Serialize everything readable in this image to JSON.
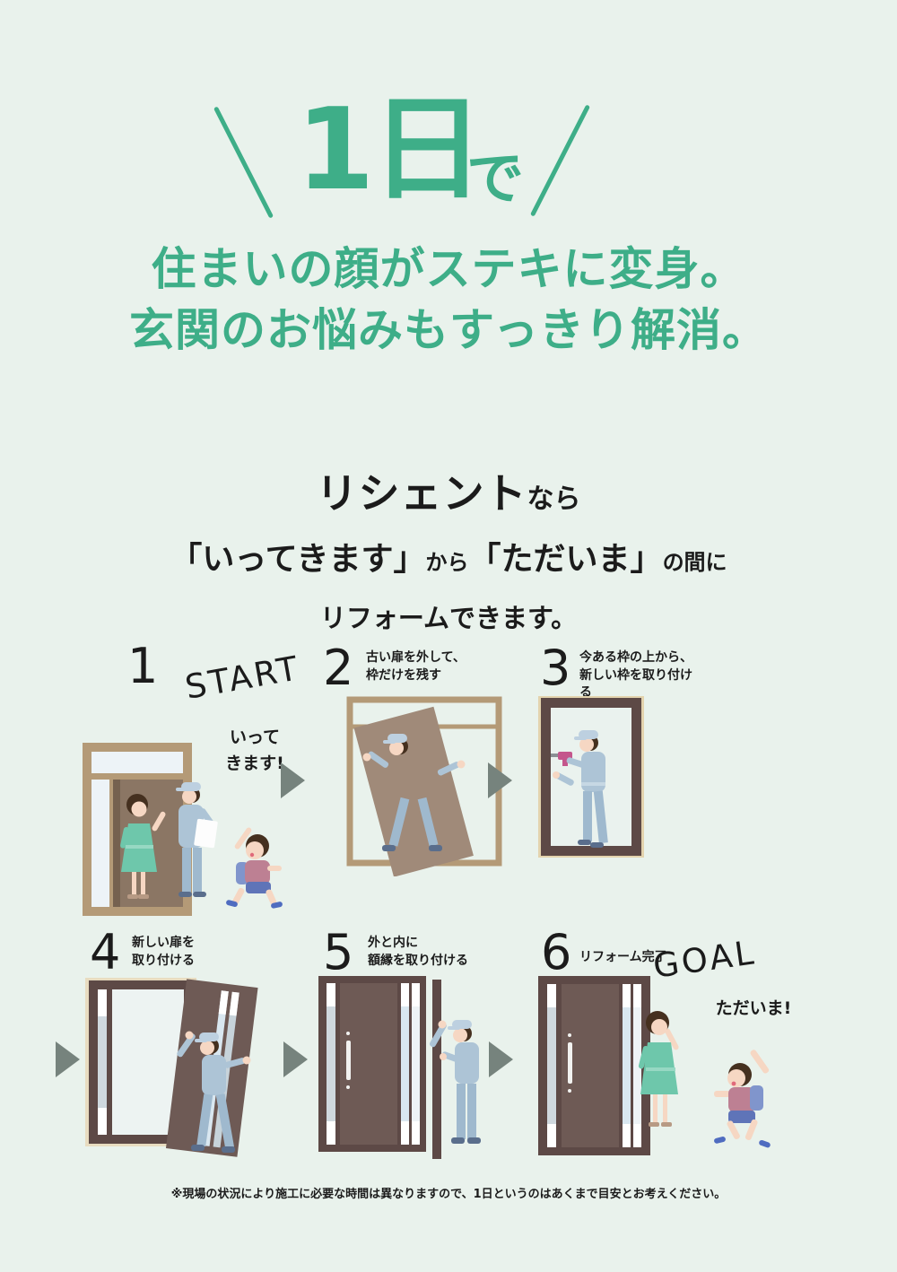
{
  "colors": {
    "background": "#e9f2ec",
    "accent_green": "#3eae88",
    "text_black": "#1b1b1b",
    "arrow_gray": "#76837d"
  },
  "hero": {
    "big_text": "1日",
    "small_text": "で"
  },
  "headline": {
    "line1": "住まいの顔がステキに変身。",
    "line2": "玄関のお悩みもすっきり解消。"
  },
  "lead": {
    "brand": "リシェント",
    "brand_suffix": "なら",
    "quote1": "「いってきます」",
    "connector": "から",
    "quote2": "「ただいま」",
    "suffix": "の間に",
    "line3": "リフォームできます。"
  },
  "steps": [
    {
      "number": "1",
      "caption": "",
      "badge": "START",
      "speech": "いって\nきます!"
    },
    {
      "number": "2",
      "caption": "古い扉を外して、\n枠だけを残す"
    },
    {
      "number": "3",
      "caption": "今ある枠の上から、\n新しい枠を取り付け\nる"
    },
    {
      "number": "4",
      "caption": "新しい扉を\n取り付ける"
    },
    {
      "number": "5",
      "caption": "外と内に\n額縁を取り付ける"
    },
    {
      "number": "6",
      "caption": "リフォーム完了",
      "badge": "GOAL",
      "speech": "ただいま!"
    }
  ],
  "footnote": "※現場の状況により施工に必要な時間は異なりますので、1日というのはあくまで目安とお考えください。"
}
